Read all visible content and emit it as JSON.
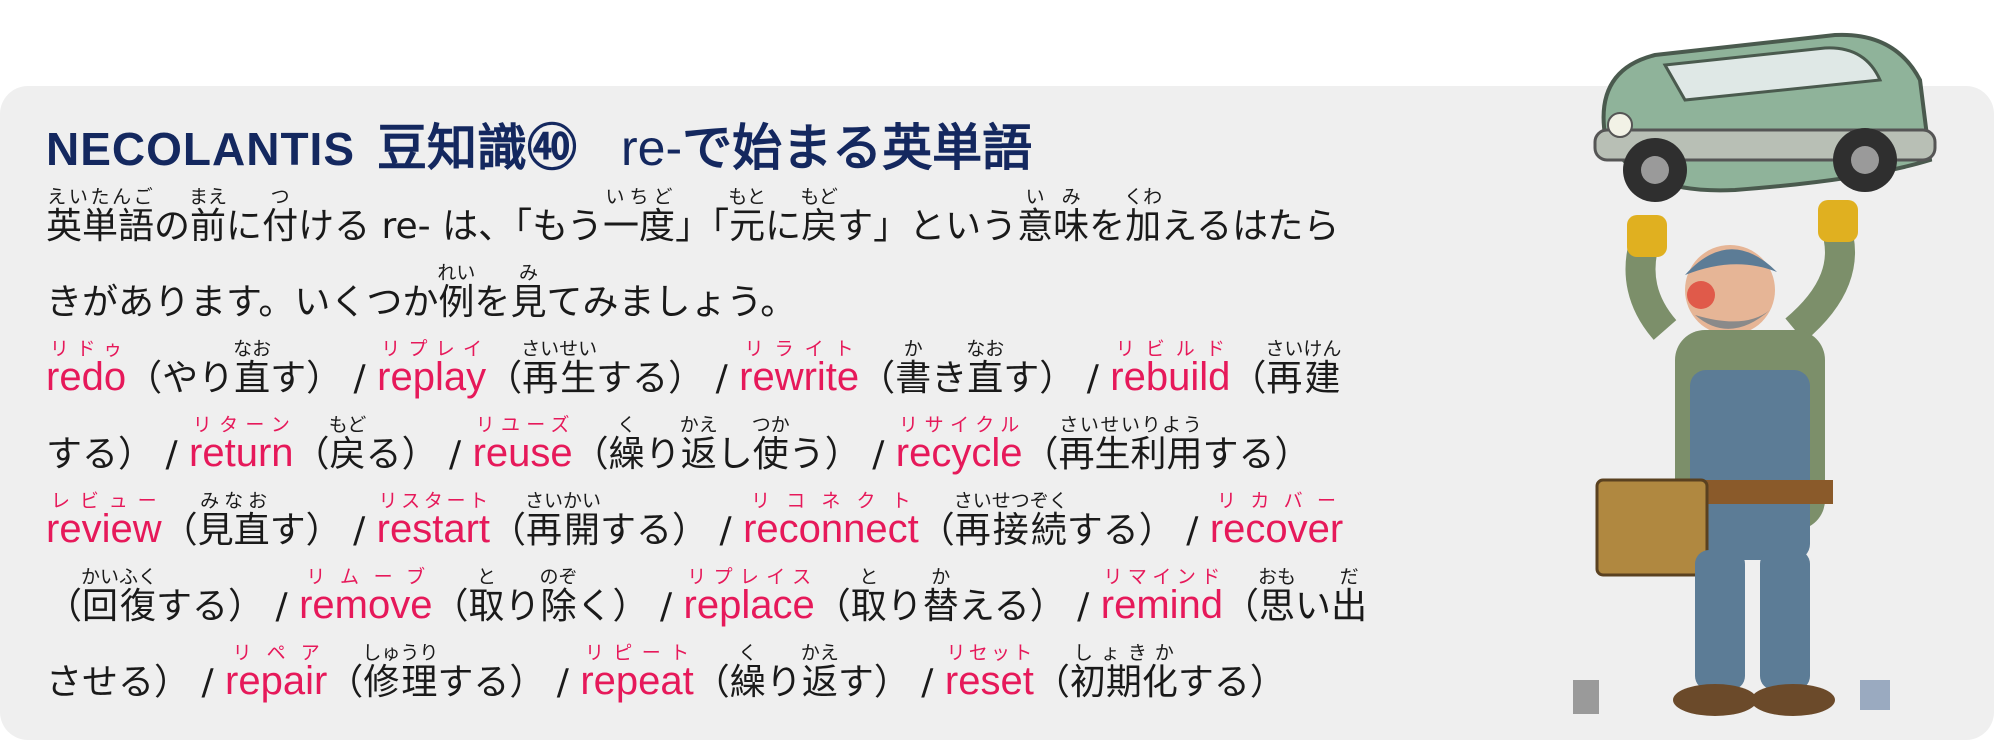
{
  "title": {
    "brand": "NECOLANTIS",
    "label": "豆知識㊵",
    "prefix": "re-",
    "rest": "で始まる英単語"
  },
  "intro": {
    "r1": "英単語",
    "r1_rt": "えいたんご",
    "t1": "の",
    "r2": "前",
    "r2_rt": "まえ",
    "t2": "に",
    "r3": "付",
    "r3_rt": "つ",
    "t3": "ける re- は、「もう",
    "r4": "一度",
    "r4_rt": "いちど",
    "t4": "」「",
    "r5": "元",
    "r5_rt": "もと",
    "t5": "に",
    "r6": "戻",
    "r6_rt": "もど",
    "t6": "す」という",
    "r7": "意味",
    "r7_rt": "いみ",
    "t7": "を",
    "r8": "加",
    "r8_rt": "くわ",
    "t8": "えるはたら",
    "t9": "きがあります。いくつか",
    "r9": "例",
    "r9_rt": "れい",
    "t10": "を",
    "r10": "見",
    "r10_rt": "み",
    "t11": "てみましょう。"
  },
  "words": [
    {
      "word": "redo",
      "kana": "リドゥ",
      "parts": [
        {
          "t": "（やり"
        },
        {
          "r": "直",
          "rt": "なお"
        },
        {
          "t": "す）"
        }
      ]
    },
    {
      "word": "replay",
      "kana": "リプレイ",
      "parts": [
        {
          "t": "（"
        },
        {
          "r": "再生",
          "rt": "さいせい"
        },
        {
          "t": "する）"
        }
      ]
    },
    {
      "word": "rewrite",
      "kana": "リライト",
      "parts": [
        {
          "t": "（"
        },
        {
          "r": "書",
          "rt": "か"
        },
        {
          "t": "き"
        },
        {
          "r": "直",
          "rt": "なお"
        },
        {
          "t": "す）"
        }
      ]
    },
    {
      "word": "rebuild",
      "kana": "リビルド",
      "parts": [
        {
          "t": "（"
        },
        {
          "r": "再建",
          "rt": "さいけん"
        }
      ]
    },
    {
      "tail": "する）"
    },
    {
      "word": "return",
      "kana": "リターン",
      "parts": [
        {
          "t": "（"
        },
        {
          "r": "戻",
          "rt": "もど"
        },
        {
          "t": "る）"
        }
      ]
    },
    {
      "word": "reuse",
      "kana": "リユーズ",
      "parts": [
        {
          "t": "（"
        },
        {
          "r": "繰",
          "rt": "く"
        },
        {
          "t": "り"
        },
        {
          "r": "返",
          "rt": "かえ"
        },
        {
          "t": "し"
        },
        {
          "r": "使",
          "rt": "つか"
        },
        {
          "t": "う）"
        }
      ]
    },
    {
      "word": "recycle",
      "kana": "リサイクル",
      "parts": [
        {
          "t": "（"
        },
        {
          "r": "再生利用",
          "rt": "さいせいりよう"
        },
        {
          "t": "する）"
        }
      ]
    },
    {
      "word": "review",
      "kana": "レビュー",
      "parts": [
        {
          "t": "（"
        },
        {
          "r": "見直",
          "rt": "みなお"
        },
        {
          "t": "す）"
        }
      ]
    },
    {
      "word": "restart",
      "kana": "リスタート",
      "parts": [
        {
          "t": "（"
        },
        {
          "r": "再開",
          "rt": "さいかい"
        },
        {
          "t": "する）"
        }
      ]
    },
    {
      "word": "reconnect",
      "kana": "リコネクト",
      "parts": [
        {
          "t": "（"
        },
        {
          "r": "再接続",
          "rt": "さいせつぞく"
        },
        {
          "t": "する）"
        }
      ]
    },
    {
      "word": "recover",
      "kana": "リカバー",
      "parts": []
    },
    {
      "lead": [
        {
          "t": "（"
        },
        {
          "r": "回復",
          "rt": "かいふく"
        },
        {
          "t": "する）"
        }
      ]
    },
    {
      "word": "remove",
      "kana": "リムーブ",
      "parts": [
        {
          "t": "（"
        },
        {
          "r": "取",
          "rt": "と"
        },
        {
          "t": "り"
        },
        {
          "r": "除",
          "rt": "のぞ"
        },
        {
          "t": "く）"
        }
      ]
    },
    {
      "word": "replace",
      "kana": "リプレイス",
      "parts": [
        {
          "t": "（"
        },
        {
          "r": "取",
          "rt": "と"
        },
        {
          "t": "り"
        },
        {
          "r": "替",
          "rt": "か"
        },
        {
          "t": "える）"
        }
      ]
    },
    {
      "word": "remind",
      "kana": "リマインド",
      "parts": [
        {
          "t": "（"
        },
        {
          "r": "思",
          "rt": "おも"
        },
        {
          "t": "い"
        },
        {
          "r": "出",
          "rt": "だ"
        }
      ]
    },
    {
      "tail": "させる）"
    },
    {
      "word": "repair",
      "kana": "リペア",
      "parts": [
        {
          "t": "（"
        },
        {
          "r": "修理",
          "rt": "しゅうり"
        },
        {
          "t": "する）"
        }
      ]
    },
    {
      "word": "repeat",
      "kana": "リピート",
      "parts": [
        {
          "t": "（"
        },
        {
          "r": "繰",
          "rt": "く"
        },
        {
          "t": "り"
        },
        {
          "r": "返",
          "rt": "かえ"
        },
        {
          "t": "す）"
        }
      ]
    },
    {
      "word": "reset",
      "kana": "リセット",
      "parts": [
        {
          "t": "（"
        },
        {
          "r": "初期化",
          "rt": "しょきか"
        },
        {
          "t": "する）"
        }
      ]
    }
  ],
  "separator": "/",
  "illustration": {
    "icon": "mechanic-lifting-car-illustration",
    "car_color": "#8fb39a",
    "overalls_color": "#5c7c96",
    "glove_color": "#e0b020"
  }
}
